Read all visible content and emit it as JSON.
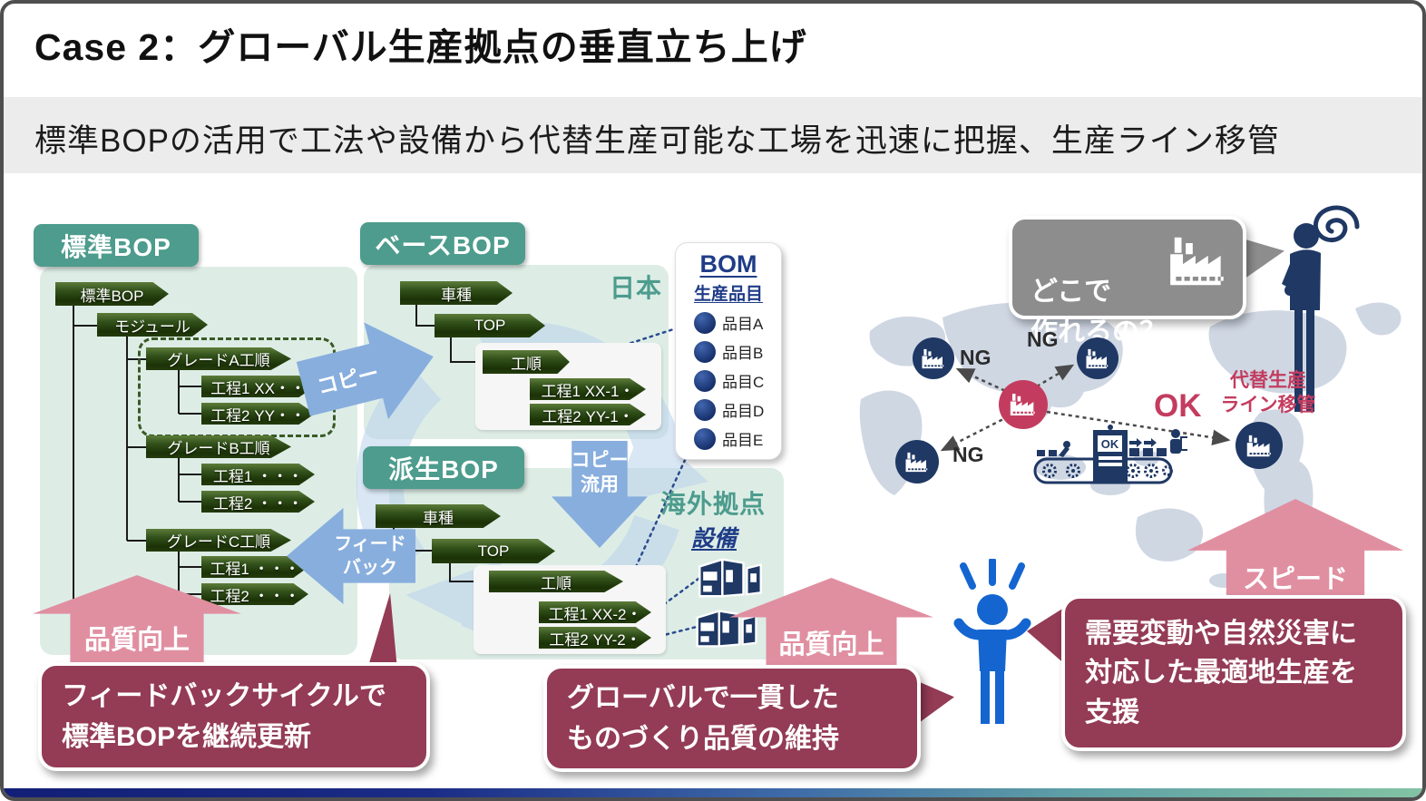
{
  "slide": {
    "title": "Case 2：グローバル生産拠点の垂直立ち上げ",
    "subtitle": "標準BOPの活用で工法や設備から代替生産可能な工場を迅速に把握、生産ライン移管"
  },
  "standard_bop": {
    "badge": "標準BOP",
    "nodes": {
      "root": "標準BOP",
      "module": "モジュール",
      "grade_a": "グレードA工順",
      "grade_a_proc1": "工程1 XX・・",
      "grade_a_proc2": "工程2 YY・・",
      "grade_b": "グレードB工順",
      "grade_b_proc1": "工程1 ・・・",
      "grade_b_proc2": "工程2 ・・・",
      "grade_c": "グレードC工順",
      "grade_c_proc1": "工程1 ・・・",
      "grade_c_proc2": "工程2 ・・・"
    },
    "quality_arrow": "品質向上",
    "bubble": "フィードバックサイクルで\n標準BOPを継続更新"
  },
  "base_bop": {
    "badge": "ベースBOP",
    "region": "日本",
    "nodes": {
      "vehicle": "車種",
      "top": "TOP",
      "routing": "工順",
      "proc1": "工程1 XX-1・",
      "proc2": "工程2 YY-1・"
    }
  },
  "derived_bop": {
    "badge": "派生BOP",
    "region": "海外拠点",
    "equipment_label": "設備",
    "nodes": {
      "vehicle": "車種",
      "top": "TOP",
      "routing": "工順",
      "proc1": "工程1 XX-2・",
      "proc2": "工程2 YY-2・"
    },
    "quality_arrow": "品質向上",
    "bubble": "グローバルで一貫した\nものづくり品質の維持"
  },
  "bom": {
    "title": "BOM",
    "subtitle": "生産品目",
    "items": [
      "品目A",
      "品目B",
      "品目C",
      "品目D",
      "品目E"
    ]
  },
  "flow": {
    "copy": "コピー",
    "copy_reuse": "コピー\n流用",
    "feedback": "フィード\nバック"
  },
  "map": {
    "question_bubble": "どこで\n作れるの？",
    "ng": [
      "NG",
      "NG",
      "NG"
    ],
    "ok": "OK",
    "transfer": "代替生産\nライン移管",
    "line_ok": "OK",
    "speed_arrow": "スピード\nUP",
    "support_bubble": "需要変動や自然災害に\n対応した最適地生産を\n支援"
  },
  "colors": {
    "teal": "#4D9C8D",
    "mint": "#DDEDE6",
    "node_green": "#31501a",
    "navy": "#1F3864",
    "crimson": "#C33C5F",
    "maroon": "#943B55",
    "pink": "#E08FA1",
    "blue_arrow": "#88AEDD",
    "person_blue": "#1565D1",
    "map": "#CFD7E3",
    "bom_text": "#1F3C87"
  }
}
